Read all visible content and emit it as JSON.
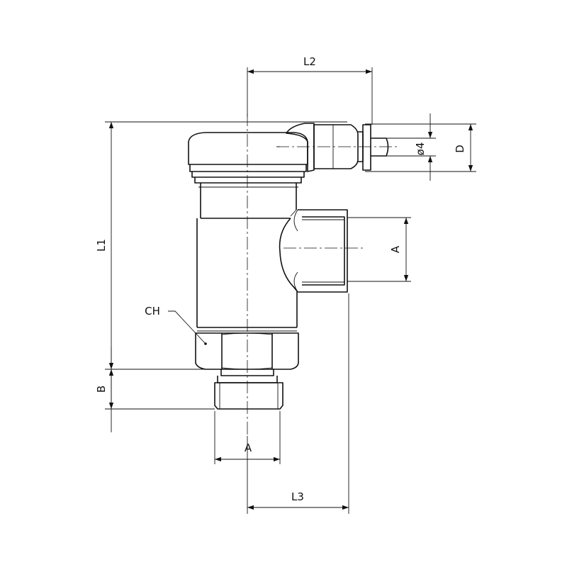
{
  "labels": {
    "l2": "L2",
    "l1": "L1",
    "l3": "L3",
    "b": "B",
    "a_bottom": "A",
    "a_side": "A",
    "d": "D",
    "phi4": "ø4",
    "ch": "CH"
  },
  "colors": {
    "line": "#111111",
    "background": "#ffffff"
  }
}
